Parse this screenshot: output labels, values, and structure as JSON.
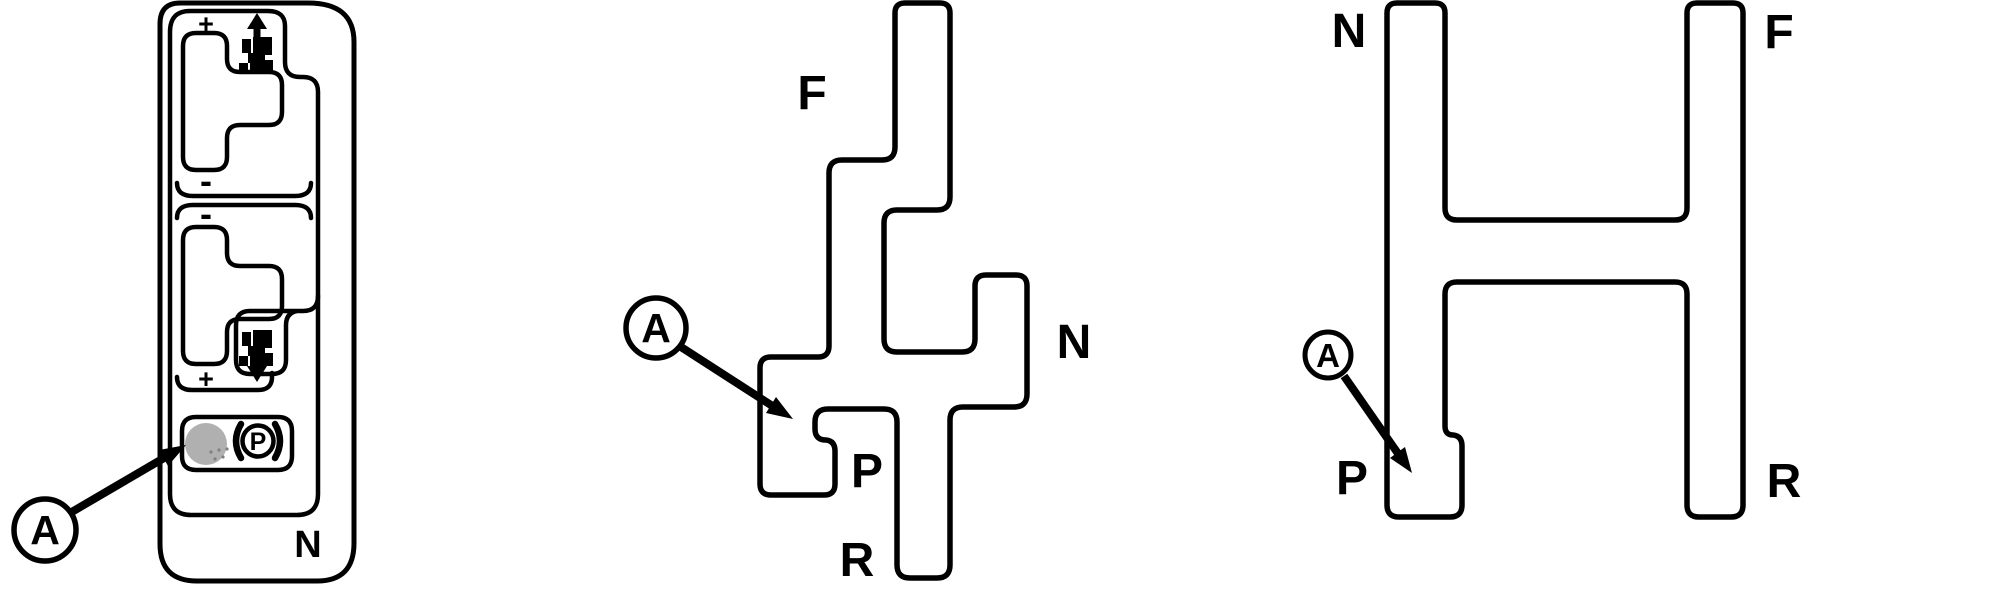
{
  "colors": {
    "line": "#000000",
    "detent_gray": "#b0b0b0",
    "background": "#ffffff"
  },
  "console": {
    "plus_top": "+",
    "minus_upper": "-",
    "minus_lower": "-",
    "plus_bottom": "+",
    "park_letter": "P",
    "neutral_label": "N",
    "callout_label": "A",
    "icons": {
      "tractor_up": "tractor-raise-icon",
      "tractor_down": "tractor-lower-icon",
      "park_brake": "park-brake-icon",
      "detent": "detent-dot"
    }
  },
  "gate": {
    "forward": "F",
    "neutral": "N",
    "park": "P",
    "reverse": "R",
    "callout_label": "A"
  },
  "h_pattern": {
    "neutral": "N",
    "forward": "F",
    "park": "P",
    "reverse": "R",
    "callout_label": "A"
  }
}
